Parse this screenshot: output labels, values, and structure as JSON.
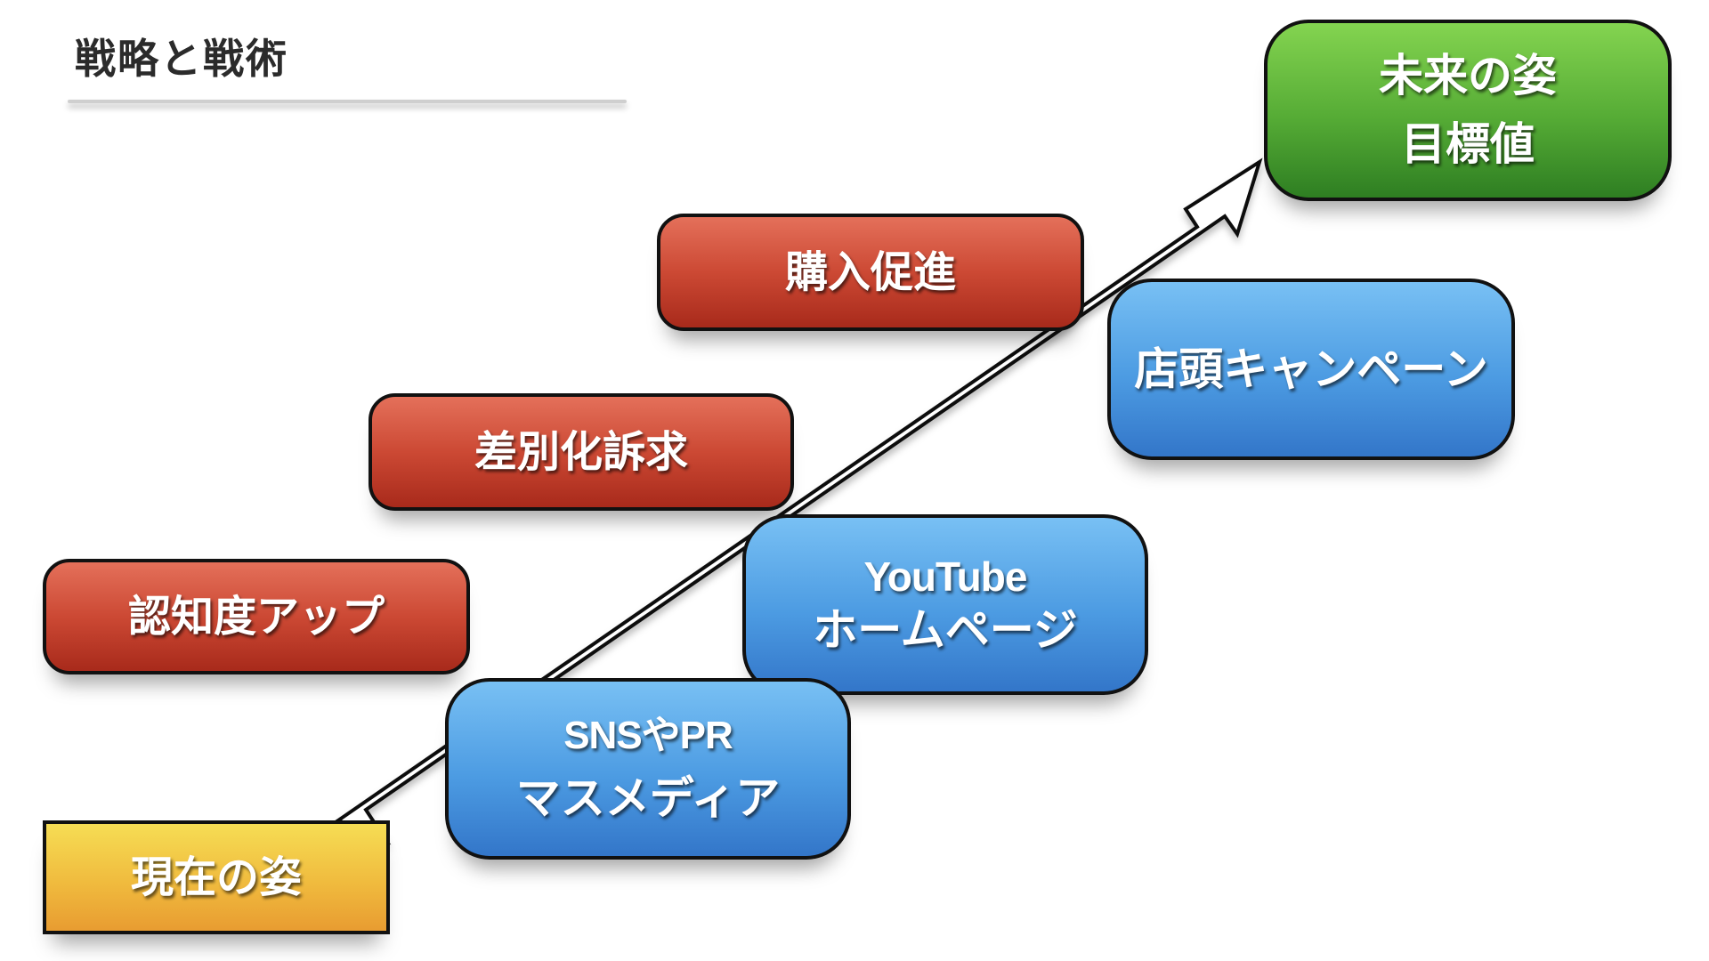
{
  "title": "戦略と戦術",
  "colors": {
    "red": "#cc4934",
    "blue": "#4c9be2",
    "green": "#55ab35",
    "yellow": "#f0bb3e",
    "outline": "#111111"
  },
  "boxes": {
    "current": "現在の姿",
    "awareness": "認知度アップ",
    "differentiation": "差別化訴求",
    "purchase": "購入促進",
    "sns": {
      "line1": "SNSやPR",
      "line2": "マスメディア"
    },
    "youtube": {
      "line1": "YouTube",
      "line2": "ホームページ"
    },
    "campaign": "店頭キャンペーン",
    "future": {
      "line1": "未来の姿",
      "line2": "目標値"
    }
  }
}
